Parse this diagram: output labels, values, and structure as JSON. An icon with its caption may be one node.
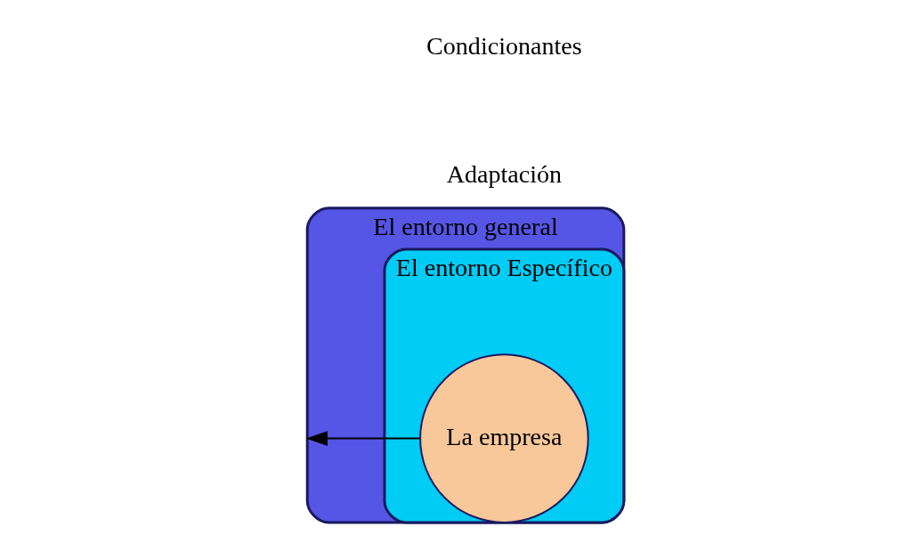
{
  "diagram": {
    "nodes": [
      {
        "text": [
          "El entorno general"
        ]
      },
      {
        "text": [
          "El entorno Específico"
        ],
        "in": 0
      },
      {
        "text": [
          "La empresa"
        ],
        "in": 1
      }
    ],
    "edges": [
      {
        "from": 2,
        "to": 0,
        "arrow": "to"
      }
    ],
    "legend": [
      {
        "text": "Condicionantes"
      },
      {
        "text": "Adaptación"
      }
    ]
  }
}
